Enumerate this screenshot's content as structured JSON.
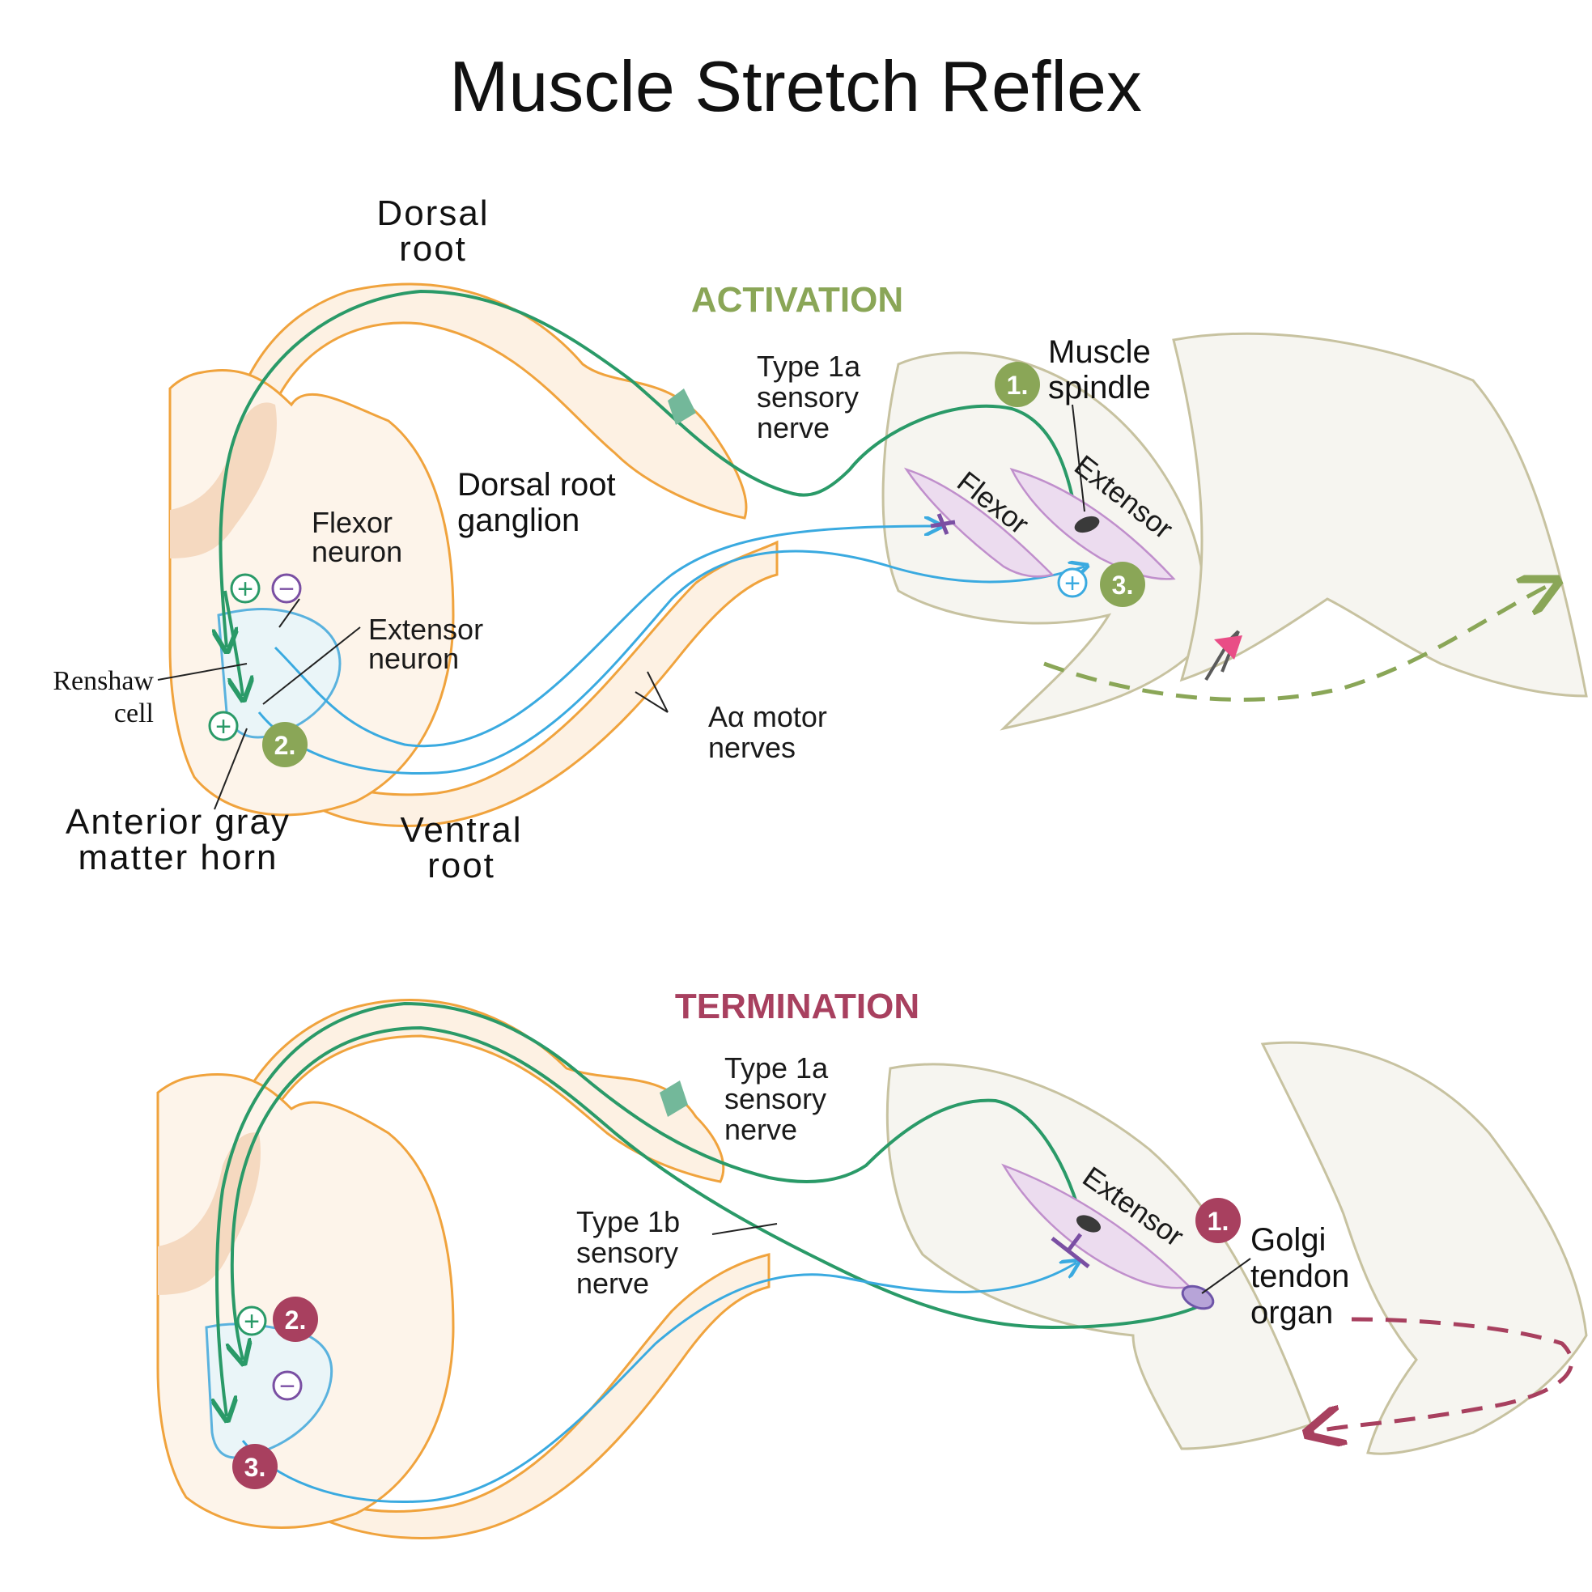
{
  "title": "Muscle Stretch Reflex",
  "colors": {
    "activation": "#8aa657",
    "termination": "#a8405f",
    "sensory_nerve": "#2a9a68",
    "motor_nerve": "#3aaae0",
    "spinal_cord_outline": "#f0a33d",
    "inhibit": "#7a4fa3",
    "reflex_hammer": "#e94d86"
  },
  "activation": {
    "heading": "ACTIVATION",
    "dorsal_root": [
      "Dorsal",
      "root"
    ],
    "dorsal_root_ganglion": [
      "Dorsal root",
      "ganglion"
    ],
    "flexor_neuron": [
      "Flexor",
      "neuron"
    ],
    "extensor_neuron": [
      "Extensor",
      "neuron"
    ],
    "renshaw_cell": [
      "Renshaw",
      "cell"
    ],
    "anterior_horn": [
      "Anterior gray",
      "matter horn"
    ],
    "ventral_root": [
      "Ventral",
      "root"
    ],
    "type_1a": [
      "Type 1a",
      "sensory",
      "nerve"
    ],
    "motor_nerves": [
      "Aα motor",
      "nerves"
    ],
    "muscle_spindle": [
      "Muscle",
      "spindle"
    ],
    "flexor_muscle": "Flexor",
    "extensor_muscle": "Extensor",
    "badges": [
      "1.",
      "2.",
      "3."
    ],
    "signs": {
      "plus": "+",
      "minus": "−"
    }
  },
  "termination": {
    "heading": "TERMINATION",
    "type_1a": [
      "Type 1a",
      "sensory",
      "nerve"
    ],
    "type_1b": [
      "Type 1b",
      "sensory",
      "nerve"
    ],
    "golgi": [
      "Golgi",
      "tendon",
      "organ"
    ],
    "extensor_muscle": "Extensor",
    "badges": [
      "1.",
      "2.",
      "3."
    ],
    "signs": {
      "plus": "+",
      "minus": "−"
    }
  }
}
